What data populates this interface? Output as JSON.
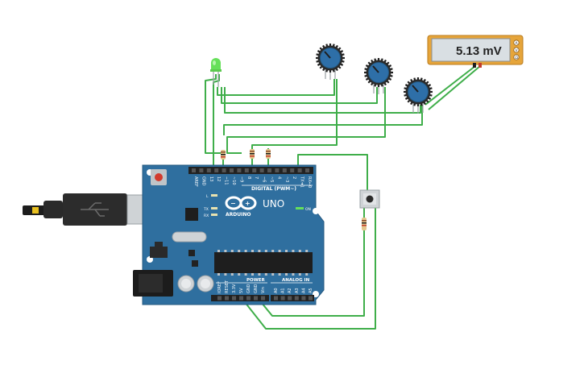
{
  "multimeter": {
    "reading": "5.13 mV",
    "buttons": [
      "A",
      "V",
      "Ω"
    ]
  },
  "board": {
    "logo_text": "ARDUINO",
    "model": "UNO",
    "digital_header_label": "DIGITAL (PWM~)",
    "power_label": "POWER",
    "analog_label": "ANALOG IN",
    "on_label": "ON",
    "led_labels": [
      "L",
      "TX",
      "RX"
    ],
    "top_pins": [
      "AREF",
      "GND",
      "13",
      "12",
      "~11",
      "~10",
      "~9",
      "8",
      "7",
      "~6",
      "~5",
      "4",
      "~3",
      "2",
      "TX➜1",
      "RX←0"
    ],
    "power_pins": [
      "IOREF",
      "RESET",
      "3.3V",
      "5V",
      "GND",
      "GND",
      "Vin"
    ],
    "analog_pins": [
      "A0",
      "A1",
      "A2",
      "A3",
      "A4",
      "A5"
    ]
  },
  "colors": {
    "wire": "#3fae4a",
    "board": "#2f6f9f",
    "board_dark": "#255a82",
    "pot_body": "#2e6fa8",
    "led": "#66e05a",
    "multimeter_frame": "#e6a53a",
    "multimeter_screen": "#d9dfe3"
  }
}
